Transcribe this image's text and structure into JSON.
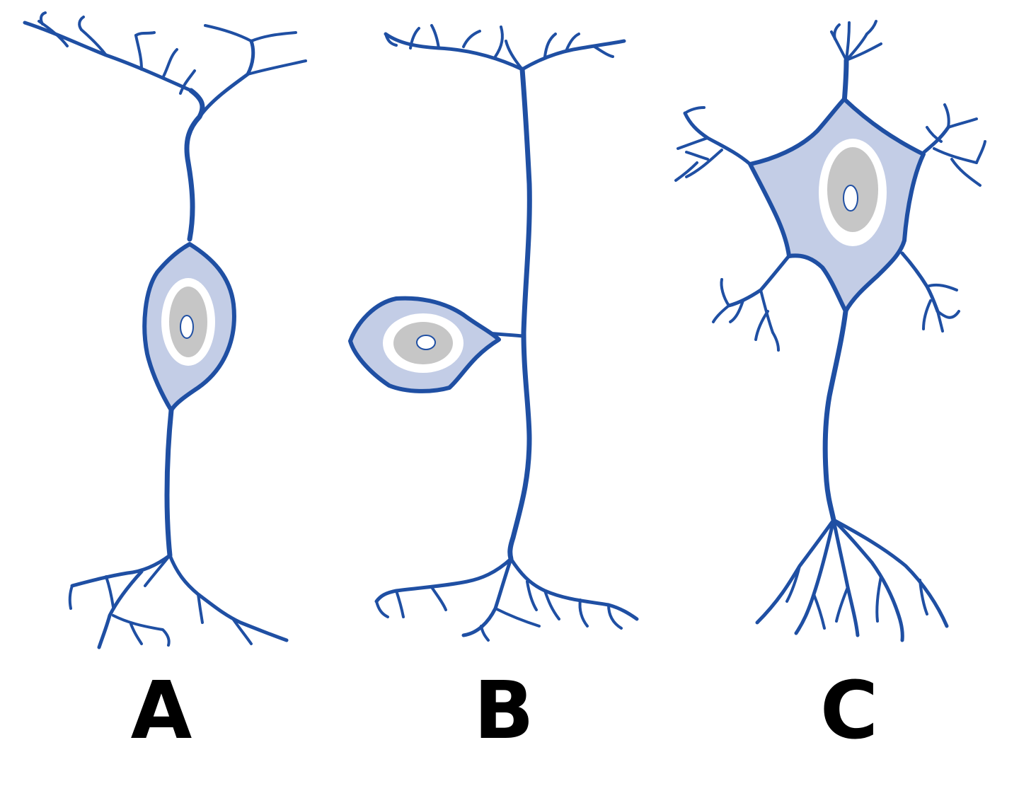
{
  "labels": {
    "a": "A",
    "b": "B",
    "c": "C"
  },
  "colors": {
    "outline": "#1f4fa3",
    "cytoplasm": "#c3cde6",
    "halo": "#ffffff",
    "nucleus": "#c6c6c6",
    "nucleolus": "#ffffff",
    "text": "#000000"
  }
}
